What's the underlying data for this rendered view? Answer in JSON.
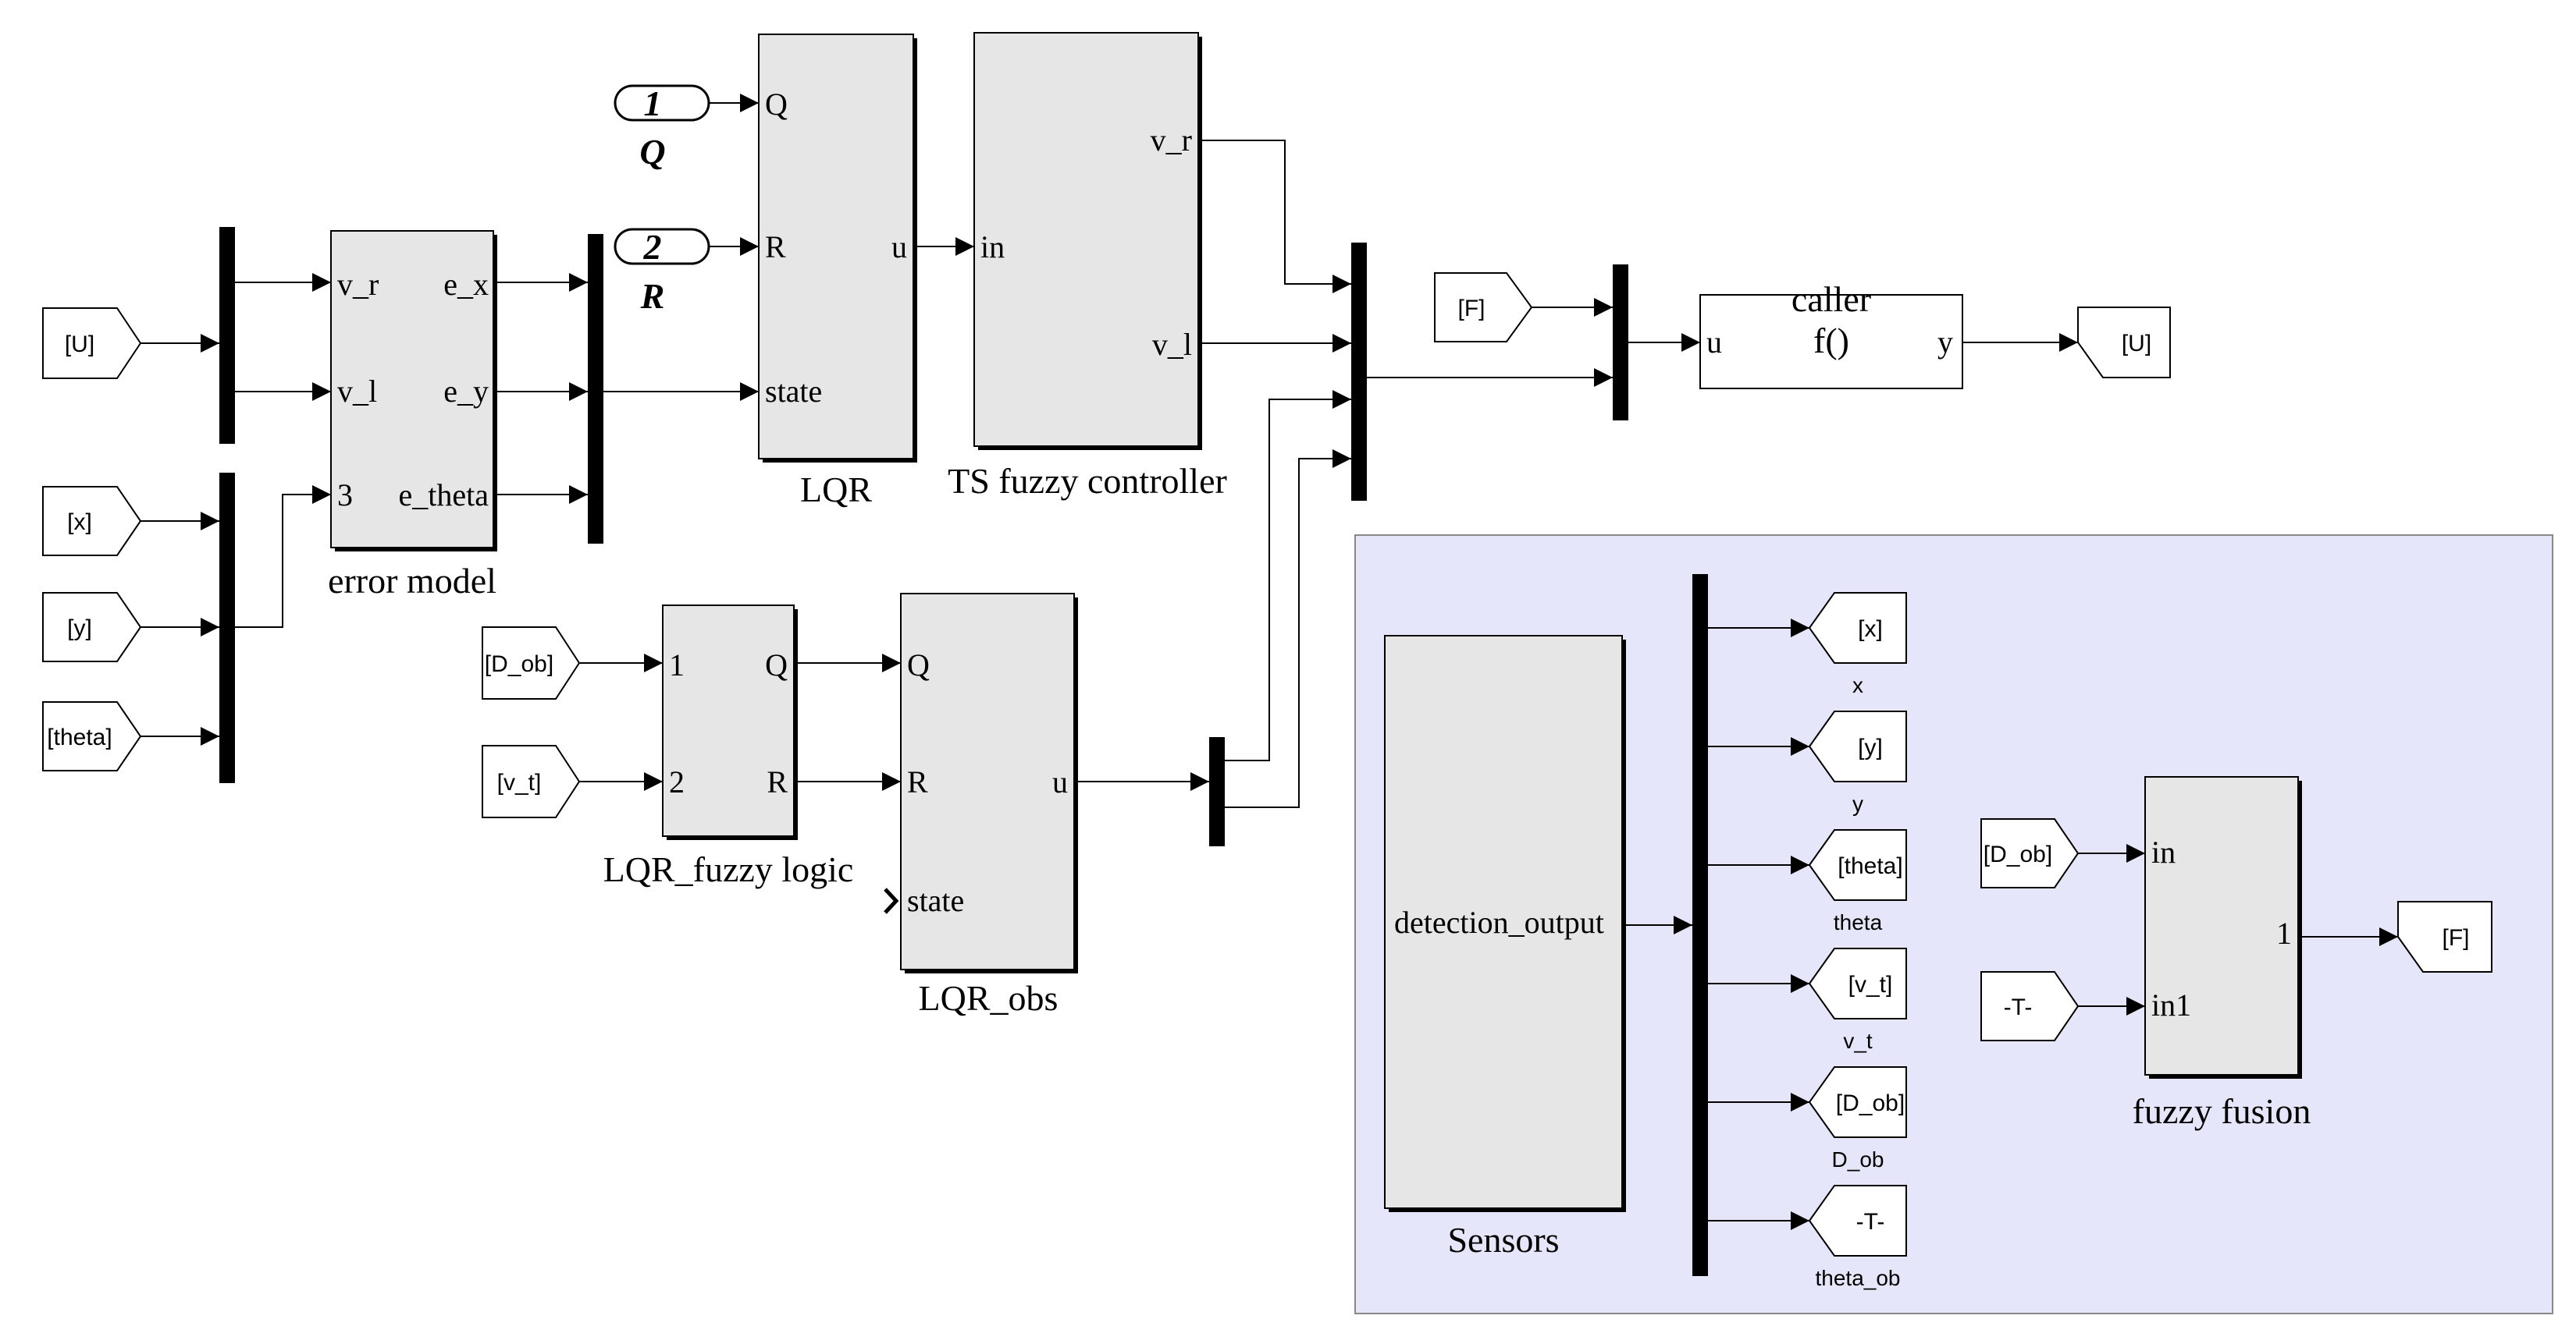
{
  "colors": {
    "block_fill": "#e6e6e6",
    "subsystem_area": "#e6e6fa",
    "line": "#000000"
  },
  "constants": [
    {
      "value": "1",
      "name": "Q"
    },
    {
      "value": "2",
      "name": "R"
    }
  ],
  "blocks": {
    "error_model": {
      "label": "error model",
      "inputs": [
        "v_r",
        "v_l",
        "3"
      ],
      "outputs": [
        "e_x",
        "e_y",
        "e_theta"
      ]
    },
    "lqr": {
      "label": "LQR",
      "inputs": [
        "Q",
        "R",
        "state"
      ],
      "output": "u"
    },
    "ts_fuzzy": {
      "label": "TS fuzzy controller",
      "input": "in",
      "outputs": [
        "v_r",
        "v_l"
      ]
    },
    "caller": {
      "title": "caller",
      "input": "u",
      "func": "f()",
      "output": "y"
    },
    "lqr_fuzzy_logic": {
      "label": "LQR_fuzzy logic",
      "inputs": [
        "1",
        "2"
      ],
      "outputs": [
        "Q",
        "R"
      ]
    },
    "lqr_obs": {
      "label": "LQR_obs",
      "inputs": [
        "Q",
        "R",
        "state"
      ],
      "output": "u"
    },
    "sensors": {
      "label": "Sensors",
      "output": "detection_output"
    },
    "fuzzy_fusion": {
      "label": "fuzzy fusion",
      "inputs": [
        "in",
        "in1"
      ],
      "output": "1"
    }
  },
  "from_tags": {
    "U": "[U]",
    "x": "[x]",
    "y": "[y]",
    "theta": "[theta]",
    "F": "[F]",
    "D_ob": "[D_ob]",
    "v_t": "[v_t]",
    "D_ob_fusion": "[D_ob]",
    "T": "-T-"
  },
  "goto_tags": {
    "U": "[U]",
    "F": "[F]"
  },
  "sensor_gotos": [
    {
      "tag": "[x]",
      "caption": "x"
    },
    {
      "tag": "[y]",
      "caption": "y"
    },
    {
      "tag": "[theta]",
      "caption": "theta"
    },
    {
      "tag": "[v_t]",
      "caption": "v_t"
    },
    {
      "tag": "[D_ob]",
      "caption": "D_ob"
    },
    {
      "tag": "-T-",
      "caption": "theta_ob"
    }
  ]
}
